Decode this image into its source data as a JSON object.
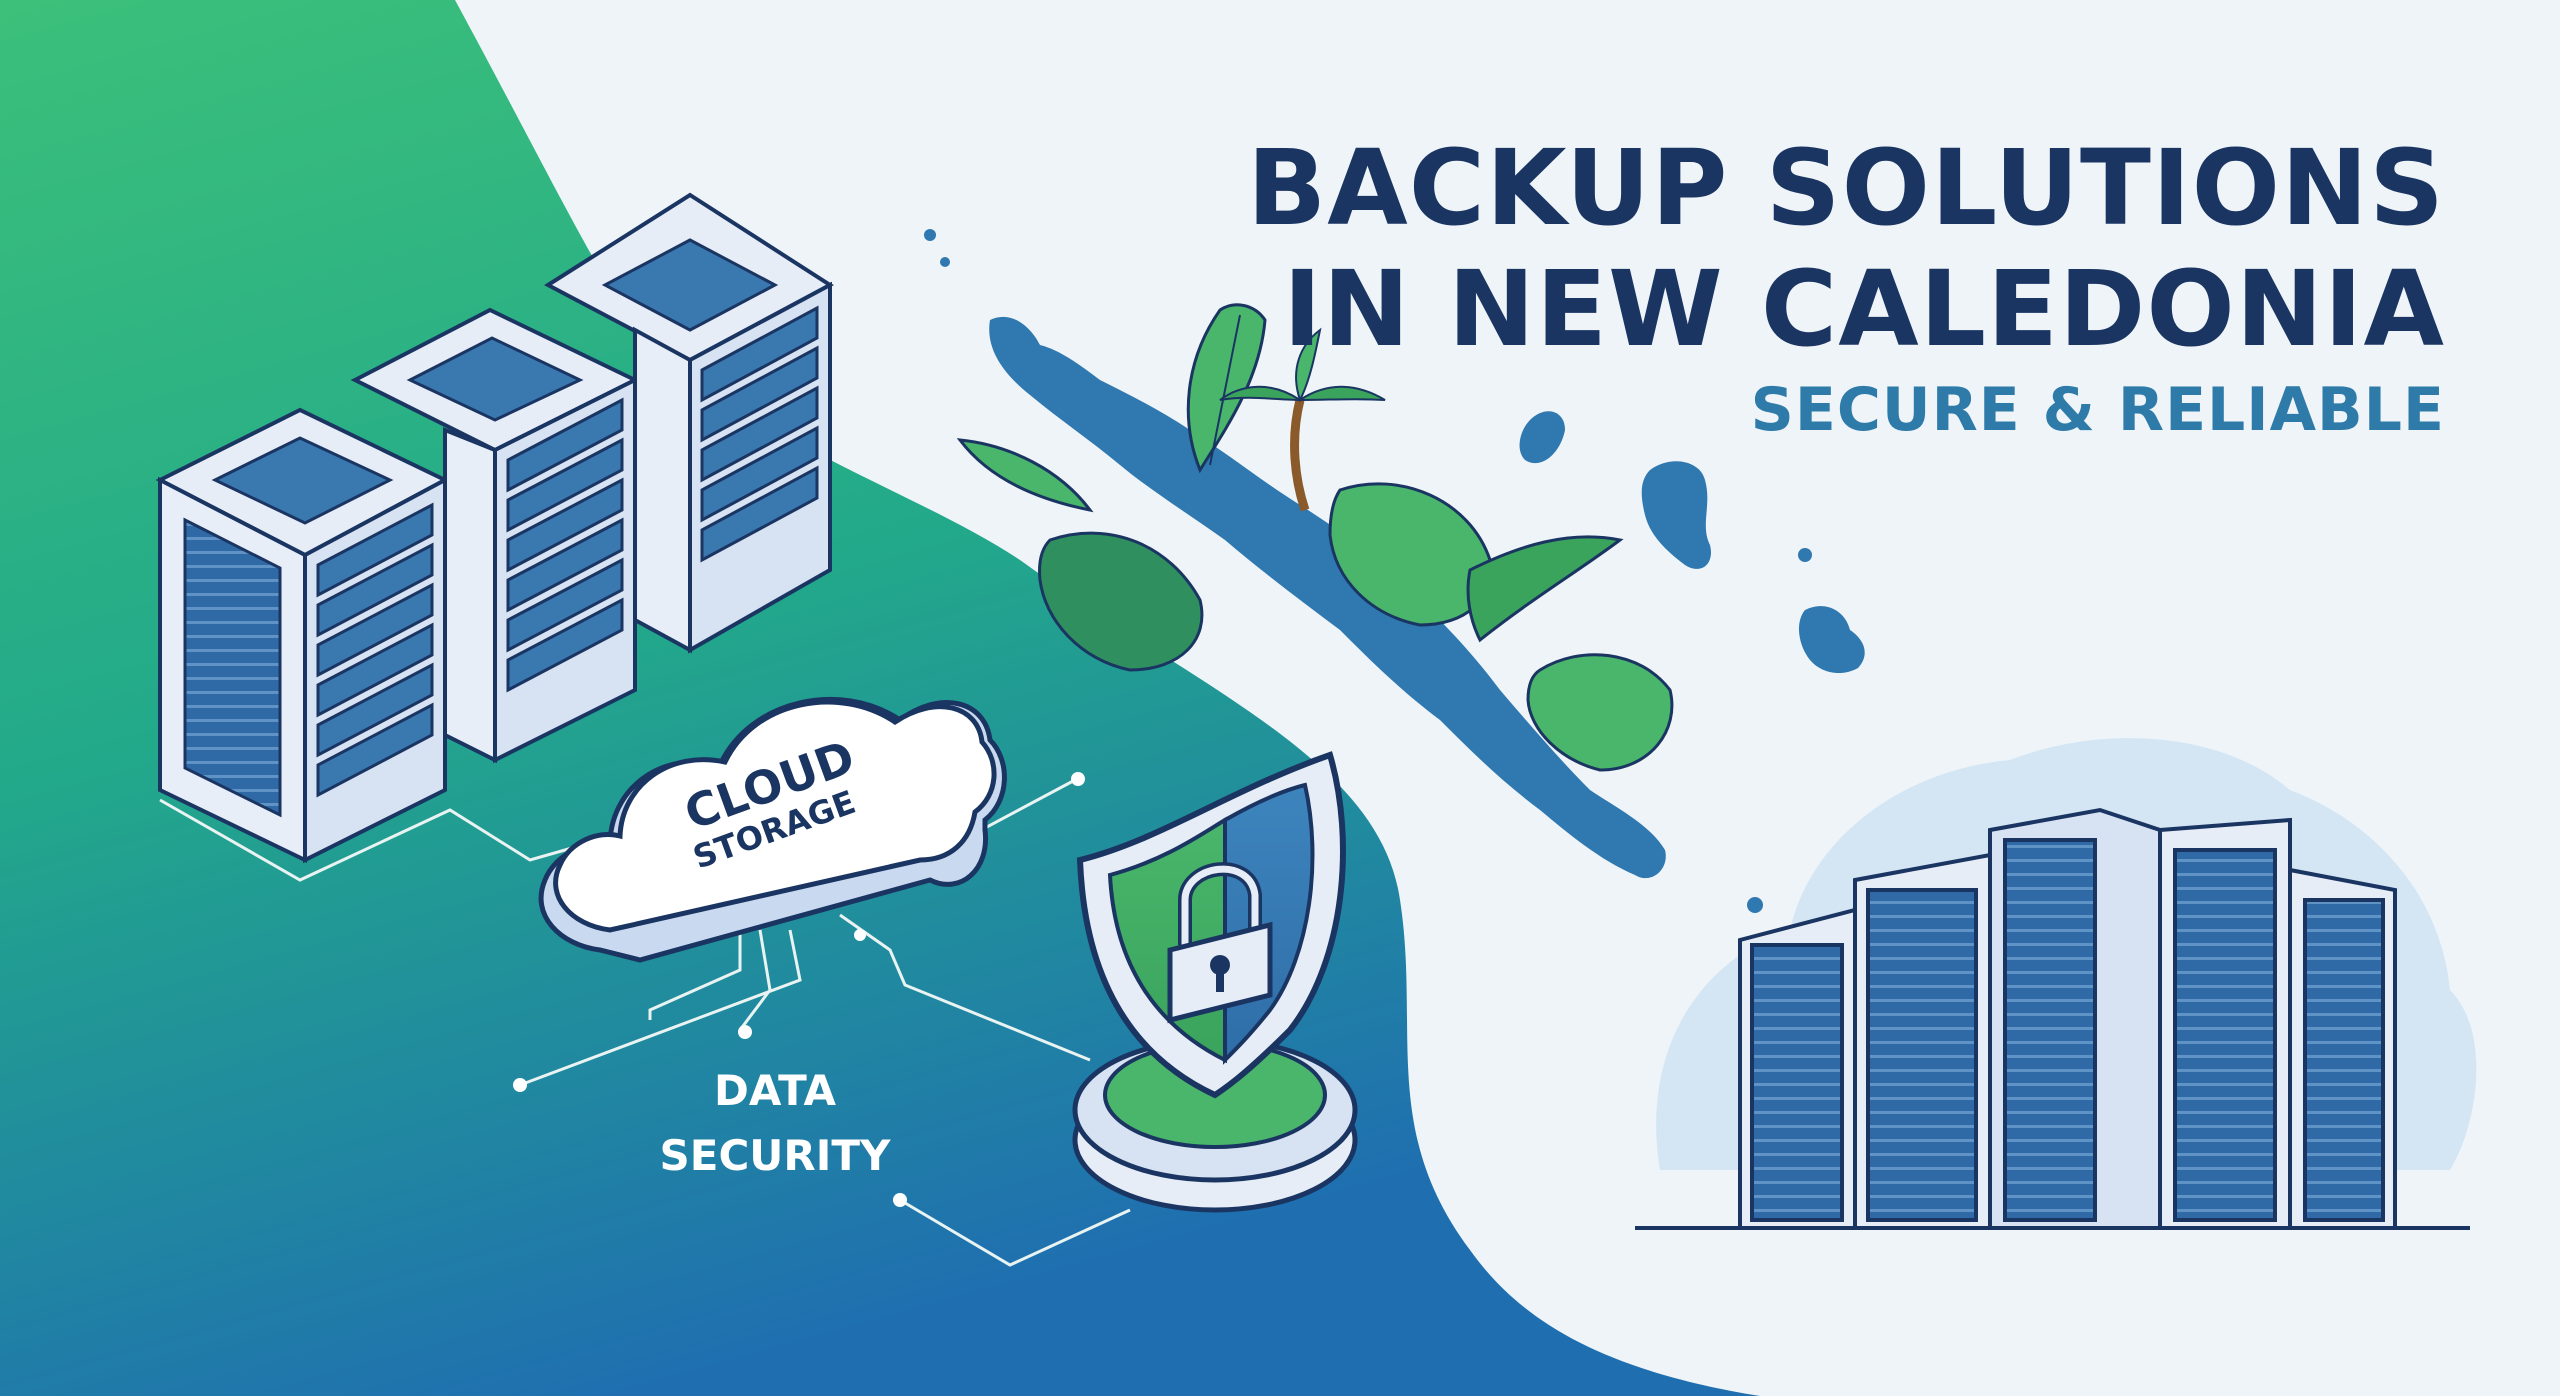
{
  "headline": {
    "line1": "BACKUP SOLUTIONS",
    "line2": "IN NEW CALEDONIA"
  },
  "subtitle": "SECURE & RELIABLE",
  "cloud_label": {
    "line1": "CLOUD",
    "line2": "STORAGE"
  },
  "security_label": {
    "line1": "DATA",
    "line2": "SECURITY"
  },
  "colors": {
    "navy": "#1b3563",
    "teal": "#2e7aa8",
    "green": "#3cb371",
    "background": "#eef4f8",
    "server_blue": "#3a78b0"
  },
  "icons": [
    "server-rack-icon",
    "cloud-icon",
    "shield-lock-icon",
    "island-map-icon",
    "palm-leaf-icon",
    "datacenter-icon"
  ]
}
